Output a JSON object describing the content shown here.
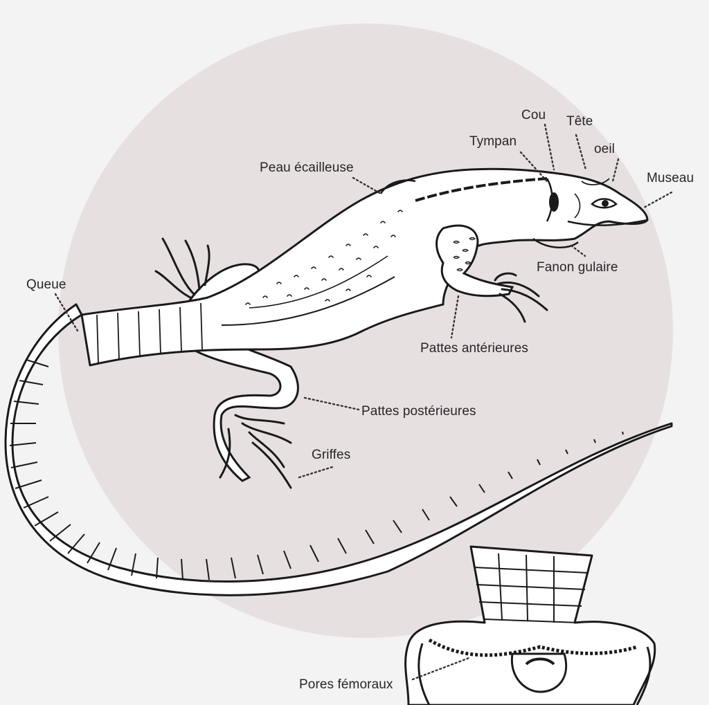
{
  "labels": {
    "cou": "Cou",
    "tete": "Tête",
    "tympan": "Tympan",
    "oeil": "oeil",
    "peau": "Peau écailleuse",
    "museau": "Museau",
    "fanon": "Fanon gulaire",
    "queue": "Queue",
    "pattes_anterieures": "Pattes antérieures",
    "pattes_posterieures": "Pattes postérieures",
    "griffes": "Griffes",
    "pores": "Pores fémoraux"
  },
  "colors": {
    "background": "#f3f3f3",
    "disc": "#e7e0e1",
    "ink": "#1a1a1a",
    "text": "#262626"
  }
}
